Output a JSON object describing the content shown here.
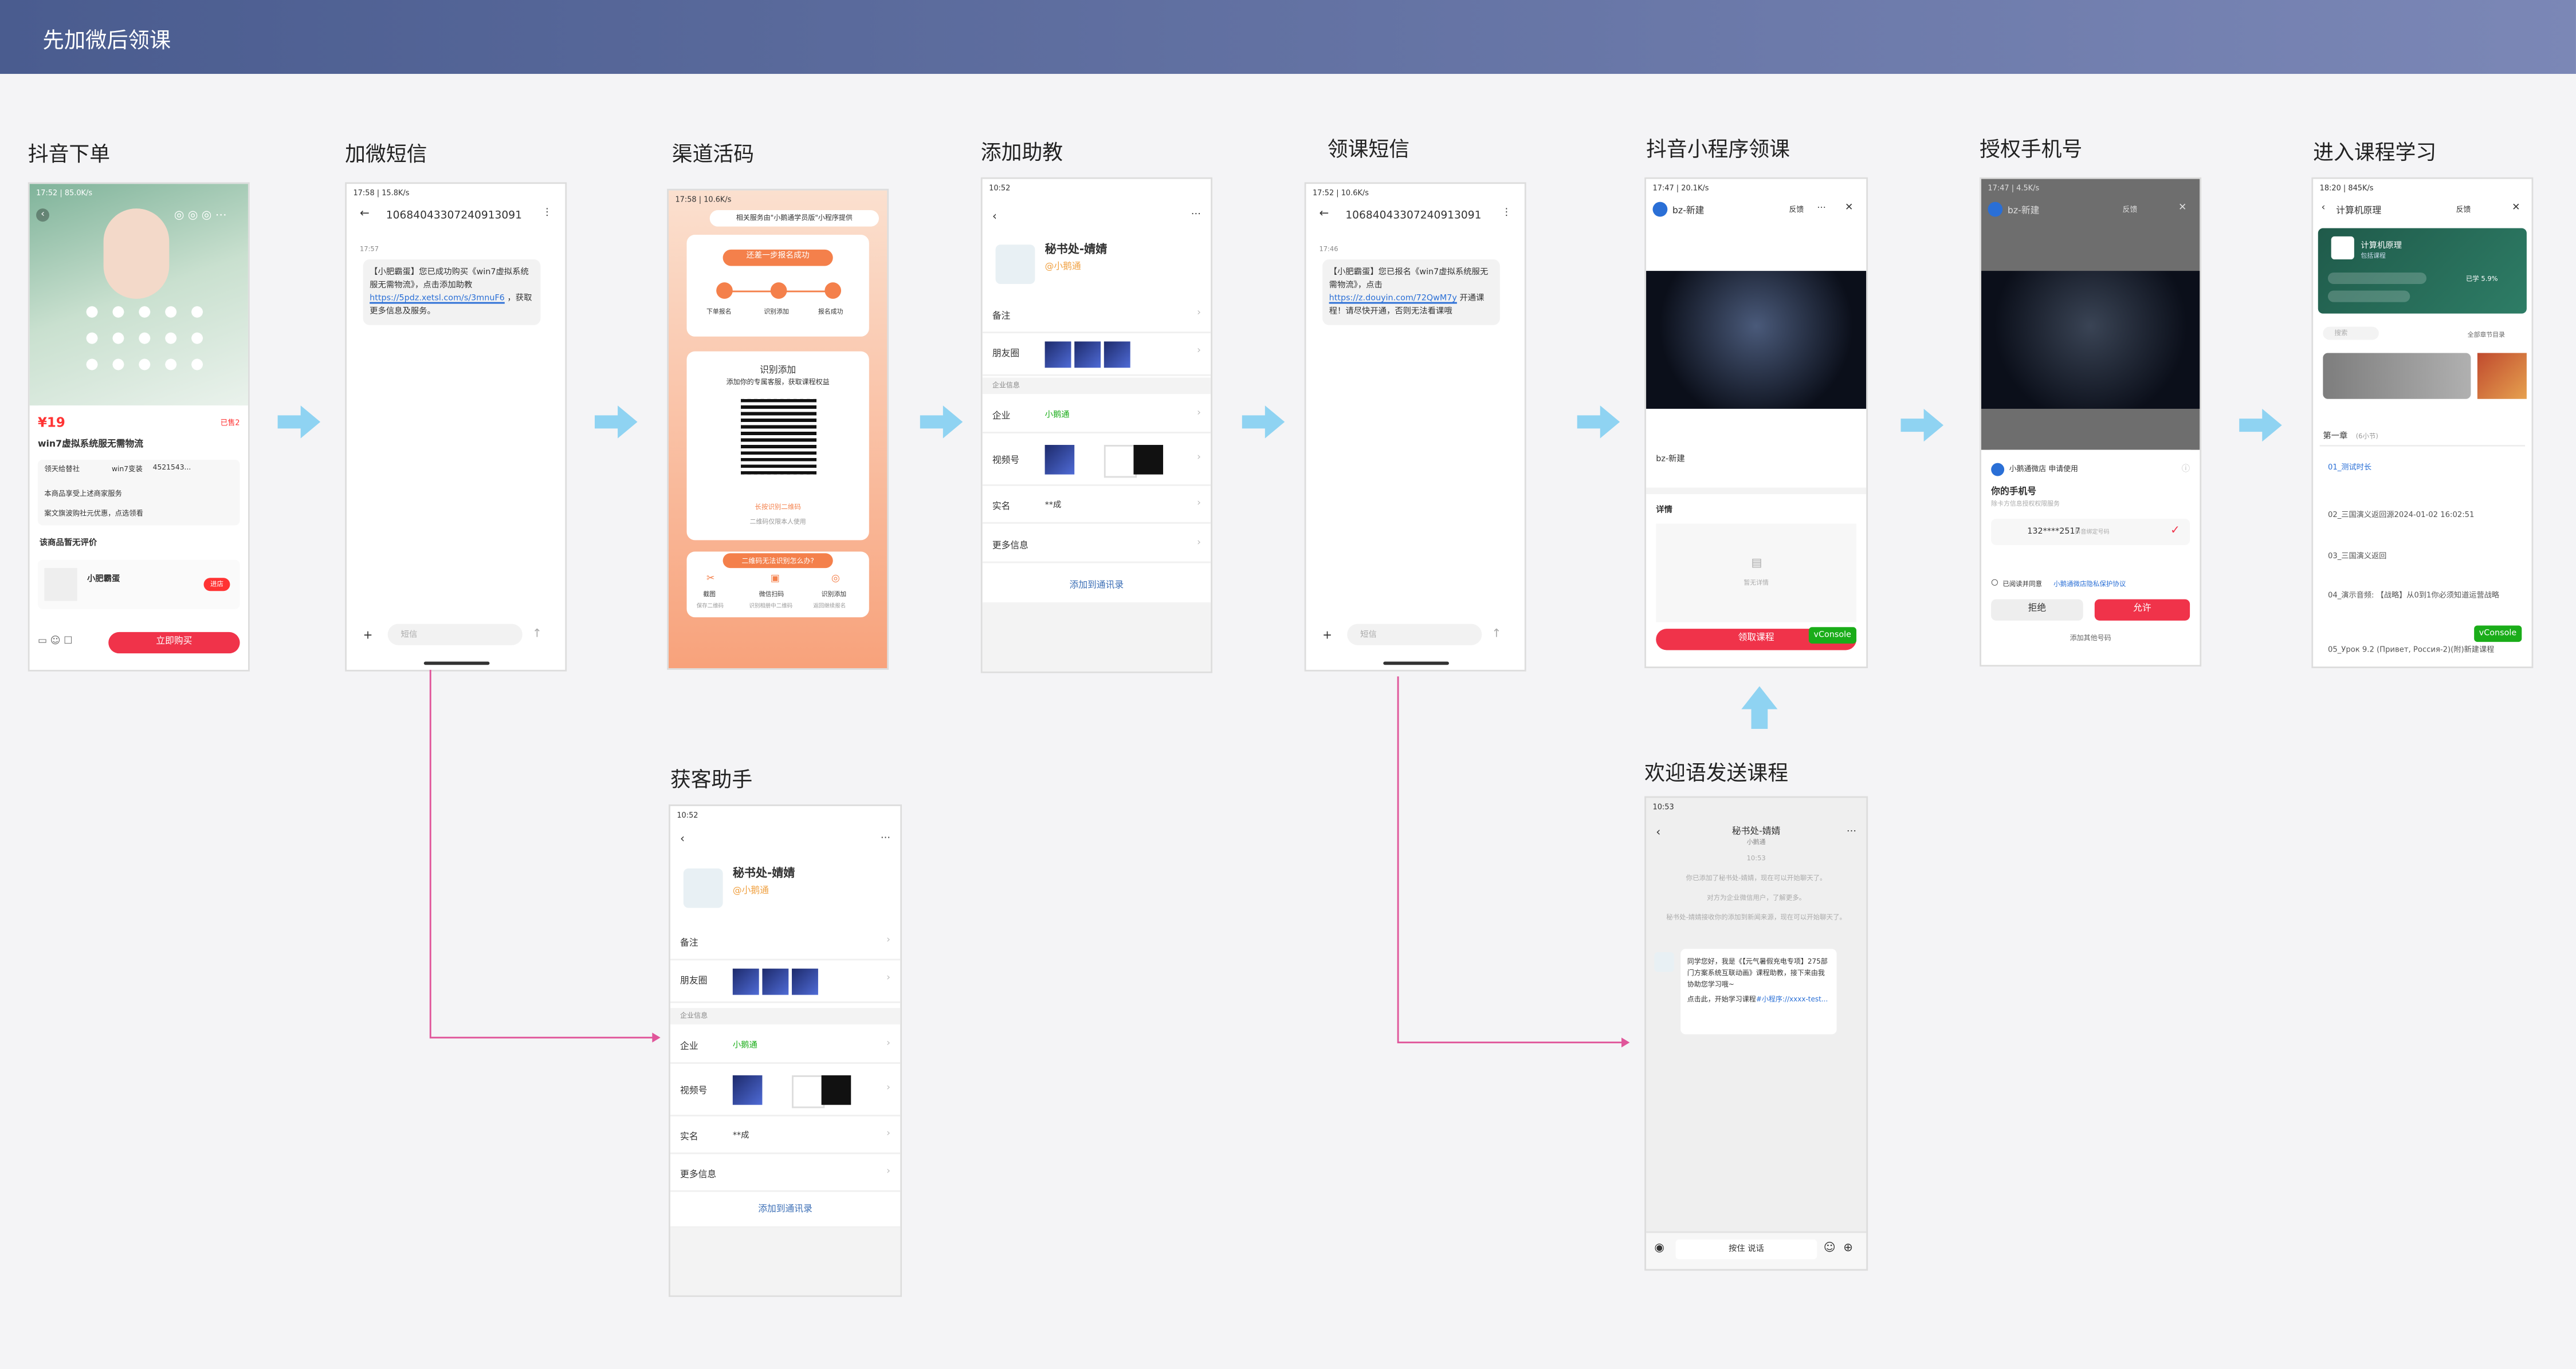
{
  "banner": {
    "title": "先加微后领课"
  },
  "steps": {
    "s1": "抖音下单",
    "s2": "加微短信",
    "s3": "渠道活码",
    "s4": "添加助教",
    "s5": "领课短信",
    "s6": "抖音小程序领课",
    "s7": "授权手机号",
    "s8": "进入课程学习",
    "s9": "获客助手",
    "s10": "欢迎语发送课程"
  },
  "order": {
    "status": "17:52 | 85.0K/s",
    "price": "¥19",
    "sold": "已售2",
    "title": "win7虚拟系统服无需物流",
    "r1": "领天给替社",
    "r1b": "win7变装",
    "r1c": "4521543...",
    "r2": "本商品享受上述商家服务",
    "r3": "案文旗波购社元优惠，点选领看",
    "review": "该商品暂无评价",
    "shop": "小肥霸蛋",
    "enter": "进店",
    "buy": "立即购买"
  },
  "sms1": {
    "status": "17:58 | 15.8K/s",
    "number": "10684043307240913091",
    "time": "17:57",
    "text": "【小肥霸蛋】您已成功购买《win7虚拟系统服无需物流》，点击添加助教",
    "link": "https://5pdz.xetsl.com/s/3mnuF6",
    "text2": "，获取更多信息及服务。",
    "placeholder": "短信"
  },
  "live": {
    "status": "17:58 | 10.6K/s",
    "header": "相关服务由\"小鹅通学员版\"小程序提供",
    "stepbar": "还差一步报名成功",
    "s1": "下单报名",
    "s2": "识别添加",
    "s3": "报名成功",
    "scan": "识别添加",
    "scan2": "添加你的专属客服，获取课程权益",
    "tip": "长按识别二维码",
    "tip2": "二维码仅限本人使用",
    "help": "二维码无法识别怎么办?",
    "h1": "截图",
    "h1b": "保存二维码",
    "h2": "微信扫码",
    "h2b": "识别相册中二维码",
    "h3": "识别添加",
    "h3b": "返回继续报名"
  },
  "contact": {
    "status": "10:52",
    "name": "秘书处-婧婧",
    "company": "@小鹅通",
    "remark": "备注",
    "moments": "朋友圈",
    "section": "企业信息",
    "corp": "企业",
    "corpval": "小鹅通",
    "channels": "视频号",
    "realname": "实名",
    "realval": "**成",
    "more": "更多信息",
    "add": "添加到通讯录"
  },
  "sms2": {
    "status": "17:52 | 10.6K/s",
    "number": "10684043307240913091",
    "time": "17:46",
    "text": "【小肥霸蛋】您已报名《win7虚拟系统服无需物流》，点击",
    "link": "https://z.douyin.com/72QwM7y",
    "text2": "开通课程！请尽快开通，否则无法看课哦",
    "placeholder": "短信"
  },
  "mini": {
    "status": "17:47 | 20.1K/s",
    "title": "bz-新建",
    "feedback": "反馈",
    "caption": "bz-新建",
    "detail": "详情",
    "empty": "暂无详情",
    "claim": "领取课程",
    "vconsole": "vConsole"
  },
  "auth": {
    "status": "17:47 | 4.5K/s",
    "title": "bz-新建",
    "feedback": "反馈",
    "app": "小鹅通微店 申请使用",
    "label": "你的手机号",
    "sub": "除卡方信息授权权限服务",
    "phone": "132****2517",
    "phonetag": "抖音绑定号码",
    "agree": "已阅读并同意",
    "agree2": "小鹅通微店隐私保护协议",
    "deny": "拒绝",
    "allow": "允许",
    "other": "添加其他号码"
  },
  "course": {
    "status": "18:20 | 845K/s",
    "title": "计算机原理",
    "feedback": "反馈",
    "banner": "计算机原理",
    "bsub": "包括课程",
    "progress": "已学 5.9%",
    "search": "搜索",
    "all": "全部章节目录",
    "chapter": "第一章",
    "chsub": "(6小节)",
    "i1": "01_测试时长",
    "i2": "02_三国演义返回源2024-01-02 16:02:51",
    "i3": "03_三国演义返回",
    "i4": "04_演示音频: 【战略】从0到1你必须知道运营战略",
    "i5": "05_Урок 9.2 (Привет, Россия-2)(附)新建课程",
    "vconsole": "vConsole"
  },
  "helper": {
    "status": "10:52",
    "name": "秘书处-婧婧",
    "company": "@小鹅通",
    "remark": "备注",
    "moments": "朋友圈",
    "section": "企业信息",
    "corp": "企业",
    "corpval": "小鹅通",
    "channels": "视频号",
    "realname": "实名",
    "realval": "**成",
    "more": "更多信息",
    "add": "添加到通讯录"
  },
  "welcome": {
    "status": "10:53",
    "name": "秘书处-婧婧",
    "sub": "小鹅通",
    "time": "10:53",
    "sys1": "你已添加了秘书处-婧婧，现在可以开始聊天了。",
    "sys2": "对方为企业微信用户，了解更多。",
    "sys3": "秘书处-婧婧接收你的添加到新闻来源，现在可以开始聊天了。",
    "msg": "同学您好，我是《【元气暑假充电专项】275部门方案系统互联动画》课程助教，接下来由我协助您学习哦~",
    "msg2": "点击此，开始学习课程",
    "msglink": "#小程序://xxxx-test...",
    "hold": "按住 说话"
  }
}
